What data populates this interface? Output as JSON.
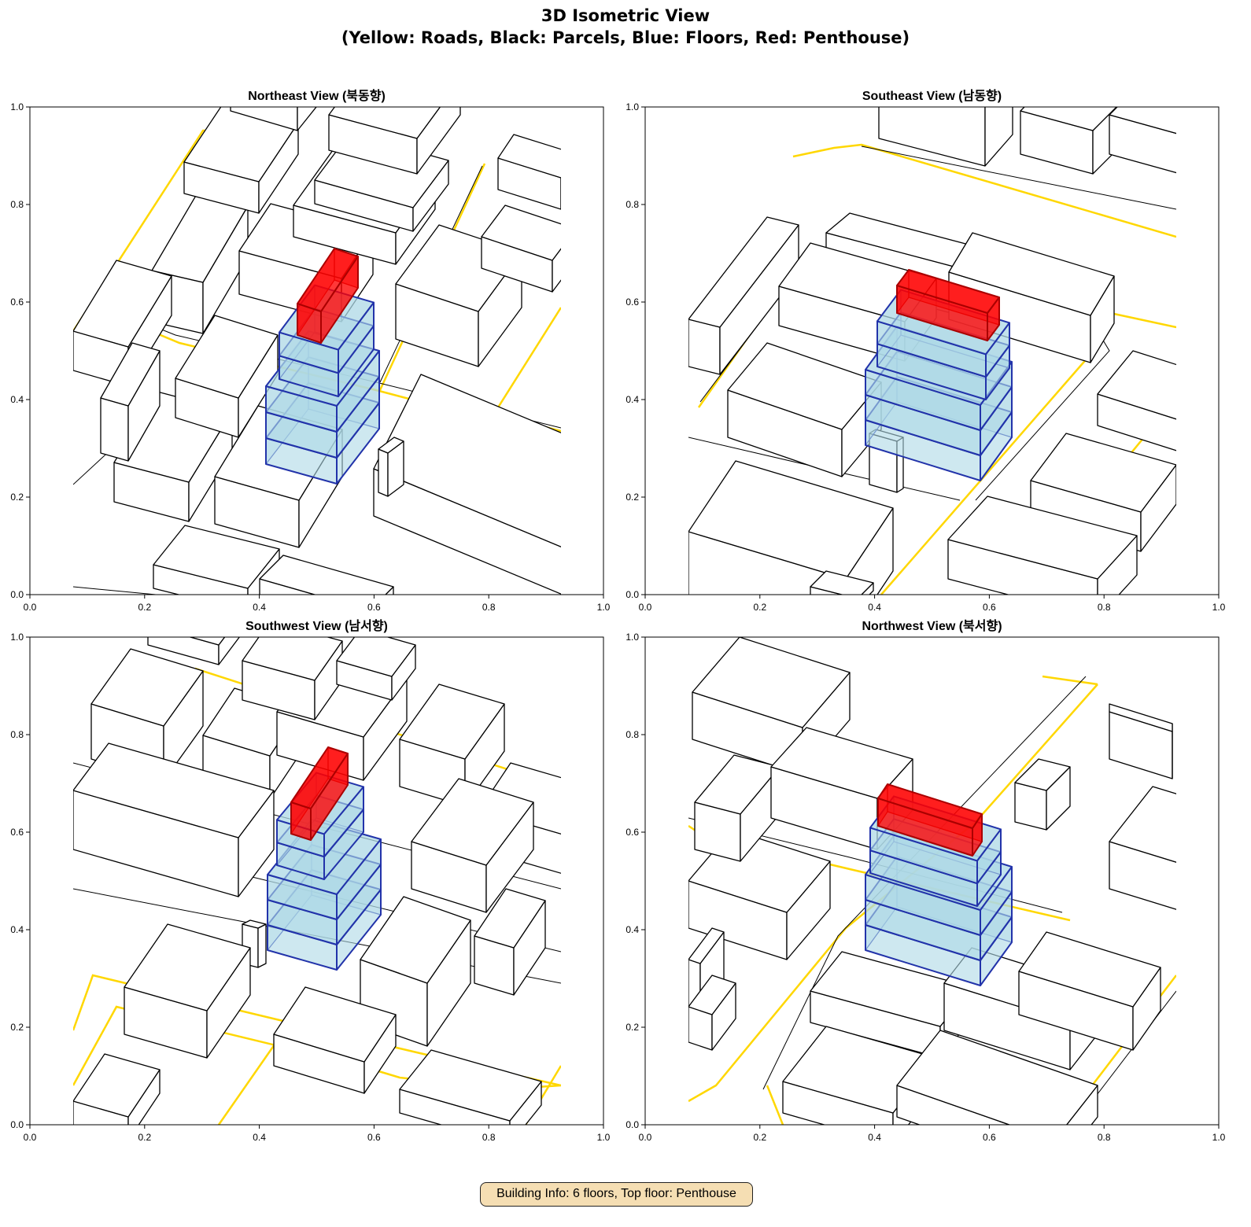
{
  "figure": {
    "title_line1": "3D Isometric View",
    "title_line2": "(Yellow: Roads, Black: Parcels, Blue: Floors, Red: Penthouse)"
  },
  "panels": [
    {
      "id": "ne",
      "title": "Northeast View (북동향)"
    },
    {
      "id": "se",
      "title": "Southeast View (남동향)"
    },
    {
      "id": "sw",
      "title": "Southwest View (남서향)"
    },
    {
      "id": "nw",
      "title": "Northwest View (북서향)"
    }
  ],
  "axes": {
    "x_ticks": [
      "0.0",
      "0.2",
      "0.4",
      "0.6",
      "0.8",
      "1.0"
    ],
    "y_ticks": [
      "0.0",
      "0.2",
      "0.4",
      "0.6",
      "0.8",
      "1.0"
    ],
    "xlim": [
      0,
      1
    ],
    "ylim": [
      0,
      1
    ]
  },
  "building_info": {
    "text": "Building Info: 6 floors, Top floor: Penthouse",
    "floors": 6,
    "top_floor": "Penthouse"
  },
  "colors": {
    "road": "#ffd700",
    "parcel": "#000000",
    "floor_fill": "#add8e6",
    "floor_edge": "#2233aa",
    "penthouse_fill": "#ff0000",
    "penthouse_edge": "#aa0000",
    "info_bg": "#f5deb3"
  }
}
